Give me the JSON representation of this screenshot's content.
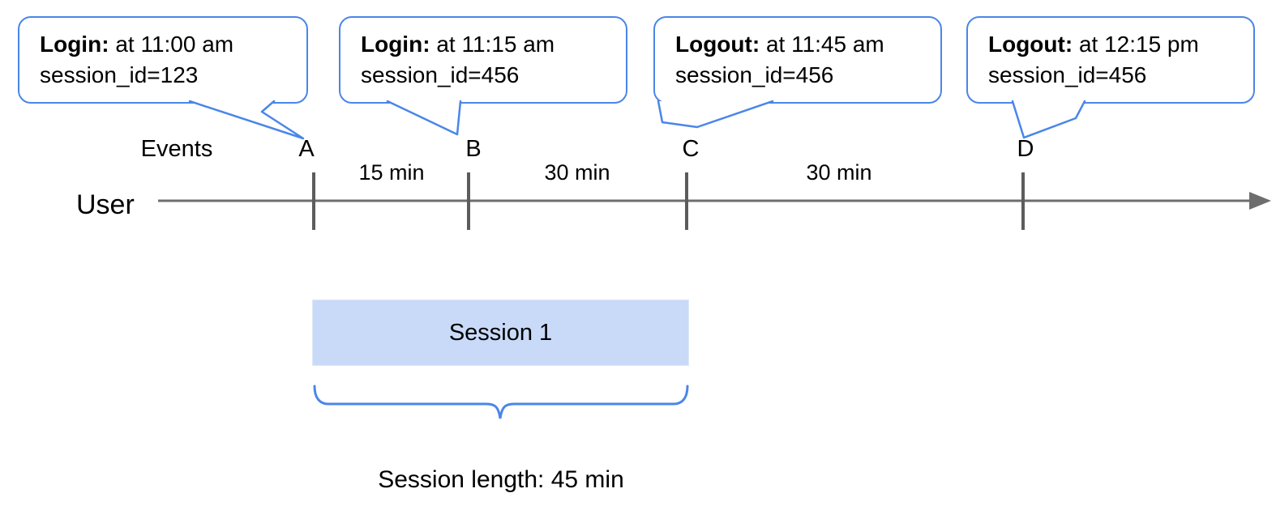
{
  "colors": {
    "accent_blue": "#4a86e8",
    "session_fill": "#c9daf8",
    "axis_gray": "#6e6e6e",
    "tick_gray": "#5c5c5c"
  },
  "callouts": [
    {
      "event": "A",
      "title": "Login:",
      "time_text": "at 11:00 am",
      "session_text": "session_id=123"
    },
    {
      "event": "B",
      "title": "Login:",
      "time_text": "at 11:15 am",
      "session_text": "session_id=456"
    },
    {
      "event": "C",
      "title": "Logout:",
      "time_text": "at 11:45 am",
      "session_text": "session_id=456"
    },
    {
      "event": "D",
      "title": "Logout:",
      "time_text": "at 12:15 pm",
      "session_text": "session_id=456"
    }
  ],
  "timeline": {
    "events_label": "Events",
    "user_label": "User",
    "event_markers": [
      "A",
      "B",
      "C",
      "D"
    ],
    "intervals": [
      {
        "from": "A",
        "to": "B",
        "label": "15 min"
      },
      {
        "from": "B",
        "to": "C",
        "label": "30 min"
      },
      {
        "from": "C",
        "to": "D",
        "label": "30 min"
      }
    ]
  },
  "session": {
    "box_label": "Session 1",
    "length_label": "Session length: 45 min"
  }
}
